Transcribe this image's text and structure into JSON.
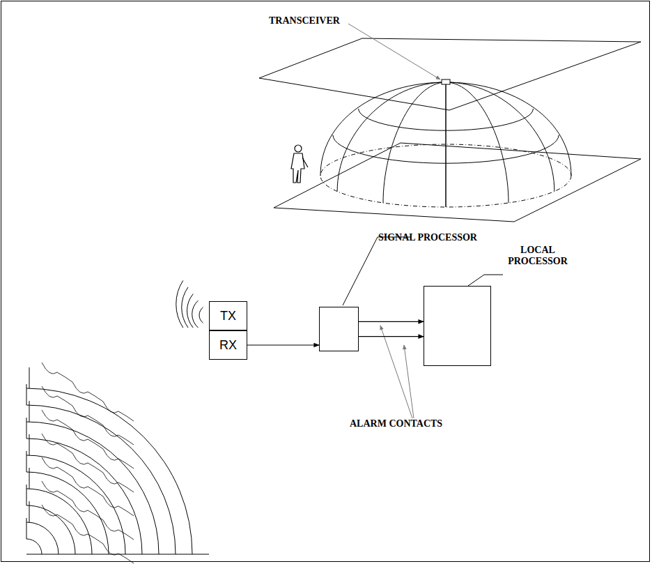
{
  "diagram": {
    "nodes": [
      {
        "text": [
          "TX"
        ]
      },
      {
        "text": [
          "RX"
        ]
      },
      {
        "text": [
          "SIGNAL PROCESSOR"
        ]
      },
      {
        "text": [
          "LOCAL PROCESSOR"
        ]
      }
    ],
    "edges": [
      {
        "from": 1,
        "to": 2,
        "arrow": "to"
      },
      {
        "from": 2,
        "to": 3,
        "arrow": "to"
      },
      {
        "from": 2,
        "to": 3,
        "arrow": "to"
      }
    ],
    "labels": [
      "TRANSCEIVER",
      "ALARM CONTACTS"
    ]
  }
}
